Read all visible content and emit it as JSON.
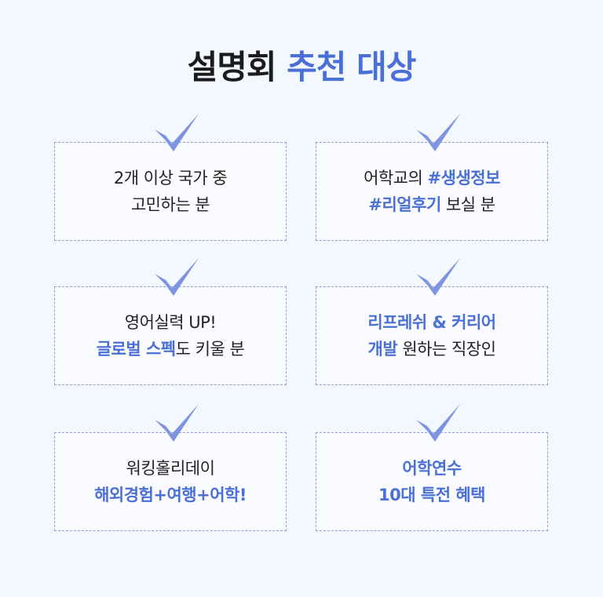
{
  "title": {
    "part1": "설명회",
    "part2": "추천 대상"
  },
  "colors": {
    "accent": "#4a6fd6",
    "check": "#7f94e0",
    "border": "#8c9fd6",
    "background": "#f3f7fe"
  },
  "cards": [
    {
      "icon": "checkmark-icon",
      "line1": [
        {
          "t": "2개 이상 국가 중",
          "hl": false
        }
      ],
      "line2": [
        {
          "t": "고민하는 분",
          "hl": false
        }
      ]
    },
    {
      "icon": "checkmark-icon",
      "line1": [
        {
          "t": "어학교의 ",
          "hl": false
        },
        {
          "t": "#생생정보",
          "hl": true
        }
      ],
      "line2": [
        {
          "t": "#리얼후기",
          "hl": true
        },
        {
          "t": " 보실 분",
          "hl": false
        }
      ]
    },
    {
      "icon": "checkmark-icon",
      "line1": [
        {
          "t": "영어실력 UP!",
          "hl": false
        }
      ],
      "line2": [
        {
          "t": "글로벌 스펙",
          "hl": true
        },
        {
          "t": "도 키울 분",
          "hl": false
        }
      ]
    },
    {
      "icon": "checkmark-icon",
      "line1": [
        {
          "t": "리프레쉬 & 커리어",
          "hl": true
        }
      ],
      "line2": [
        {
          "t": "개발",
          "hl": true
        },
        {
          "t": " 원하는 직장인",
          "hl": false
        }
      ]
    },
    {
      "icon": "checkmark-icon",
      "line1": [
        {
          "t": "워킹홀리데이",
          "hl": false
        }
      ],
      "line2": [
        {
          "t": "해외경험+여행+어학!",
          "hl": true
        }
      ]
    },
    {
      "icon": "checkmark-icon",
      "line1": [
        {
          "t": "어학연수",
          "hl": true
        }
      ],
      "line2": [
        {
          "t": "10대 특전 혜택",
          "hl": true
        }
      ]
    }
  ]
}
